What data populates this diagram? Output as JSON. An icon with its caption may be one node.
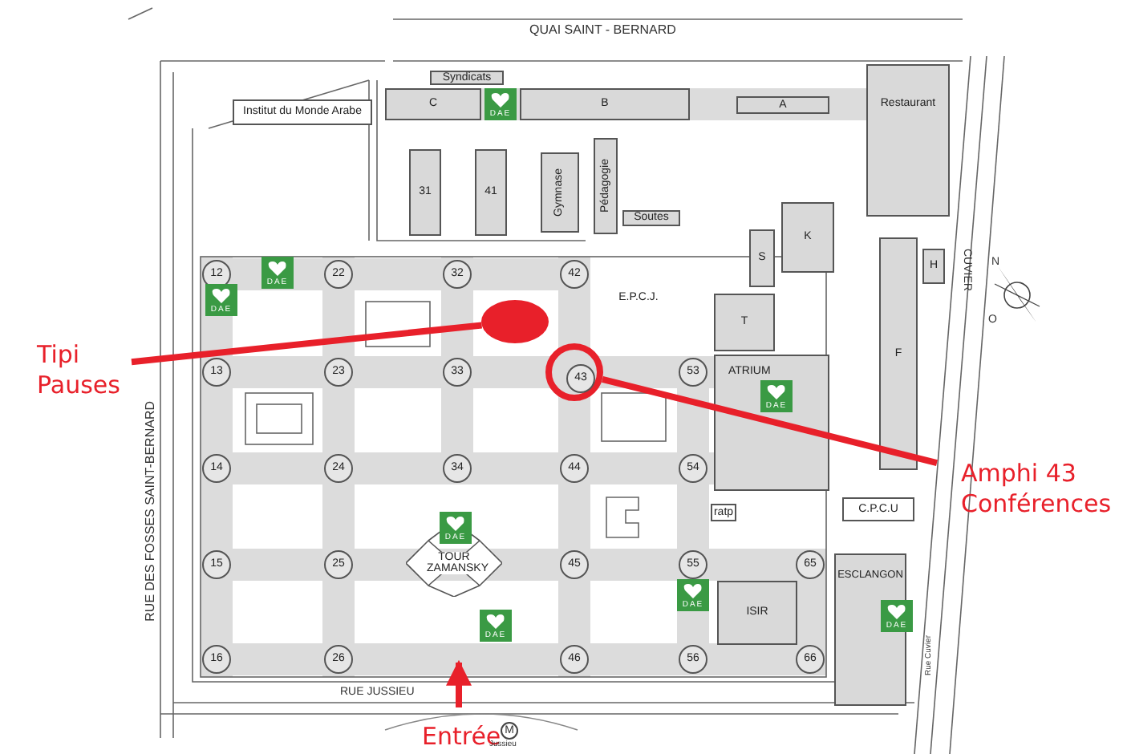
{
  "diagram": {
    "nodes": [
      {
        "text": [
          "Syndicats"
        ]
      },
      {
        "text": [
          "C"
        ]
      },
      {
        "text": [
          "B"
        ]
      },
      {
        "text": [
          "A"
        ]
      },
      {
        "text": [
          "Restaurant"
        ]
      },
      {
        "text": [
          "Institut du Monde Arabe"
        ]
      },
      {
        "text": [
          "31"
        ]
      },
      {
        "text": [
          "41"
        ]
      },
      {
        "text": [
          "Gymnase"
        ]
      },
      {
        "text": [
          "Pédagogie"
        ]
      },
      {
        "text": [
          "Soutes"
        ]
      },
      {
        "text": [
          "K"
        ]
      },
      {
        "text": [
          "S"
        ]
      },
      {
        "text": [
          "H"
        ]
      },
      {
        "text": [
          "12"
        ]
      },
      {
        "text": [
          "22"
        ]
      },
      {
        "text": [
          "32"
        ]
      },
      {
        "text": [
          "42"
        ]
      },
      {
        "text": [
          "E.P.C.J."
        ]
      },
      {
        "text": [
          "T"
        ]
      },
      {
        "text": [],
        "shape": "ellipse"
      },
      {
        "text": [
          "Tipi Pauses"
        ]
      },
      {
        "text": [
          "F"
        ]
      },
      {
        "text": [
          "13"
        ]
      },
      {
        "text": [
          "23"
        ]
      },
      {
        "text": [
          "33"
        ]
      },
      {
        "text": [],
        "shape": "circle"
      },
      {
        "text": [
          "43"
        ],
        "in": 26
      },
      {
        "text": [
          "53"
        ]
      },
      {
        "text": [
          "ATRIUM"
        ]
      },
      {
        "text": [
          "Amphi 43 Conférences"
        ]
      },
      {
        "text": [
          "14"
        ]
      },
      {
        "text": [
          "24"
        ]
      },
      {
        "text": [
          "34"
        ]
      },
      {
        "text": [
          "44"
        ]
      },
      {
        "text": [
          "54"
        ]
      },
      {
        "text": [
          "ratp"
        ]
      },
      {
        "text": [
          "C.P.C.U"
        ]
      },
      {
        "text": [
          "TOUR ZAMANSKY"
        ]
      },
      {
        "text": [
          "15"
        ]
      },
      {
        "text": [
          "25"
        ]
      },
      {
        "text": [
          "45"
        ]
      },
      {
        "text": [
          "55"
        ]
      },
      {
        "text": [
          "65"
        ]
      },
      {
        "text": [
          "ISIR"
        ]
      },
      {
        "text": [
          "ESCLANGON"
        ]
      },
      {
        "text": [
          "16"
        ]
      },
      {
        "text": [
          "26"
        ]
      },
      {
        "text": [
          "46"
        ]
      },
      {
        "text": [
          "56"
        ]
      },
      {
        "text": [
          "66"
        ]
      },
      {
        "text": [
          "Entrée"
        ]
      }
    ],
    "edges": [
      {
        "from": 21,
        "to": 20,
        "arrow": "none"
      },
      {
        "from": 30,
        "to": 26,
        "arrow": "none"
      },
      {
        "from": 51,
        "to": null,
        "arrow": "to"
      }
    ],
    "labels": [
      "QUAI SAINT - BERNARD",
      "DAE",
      "DAE",
      "DAE",
      "CUVIER",
      "N",
      "O",
      "RUE DES FOSSES SAINT-BERNARD",
      "DAE",
      "DAE",
      "DAE",
      "DAE",
      "Rue Cuvier",
      "DAE",
      "RUE JUSSIEU",
      "M",
      "Jussieu"
    ]
  }
}
